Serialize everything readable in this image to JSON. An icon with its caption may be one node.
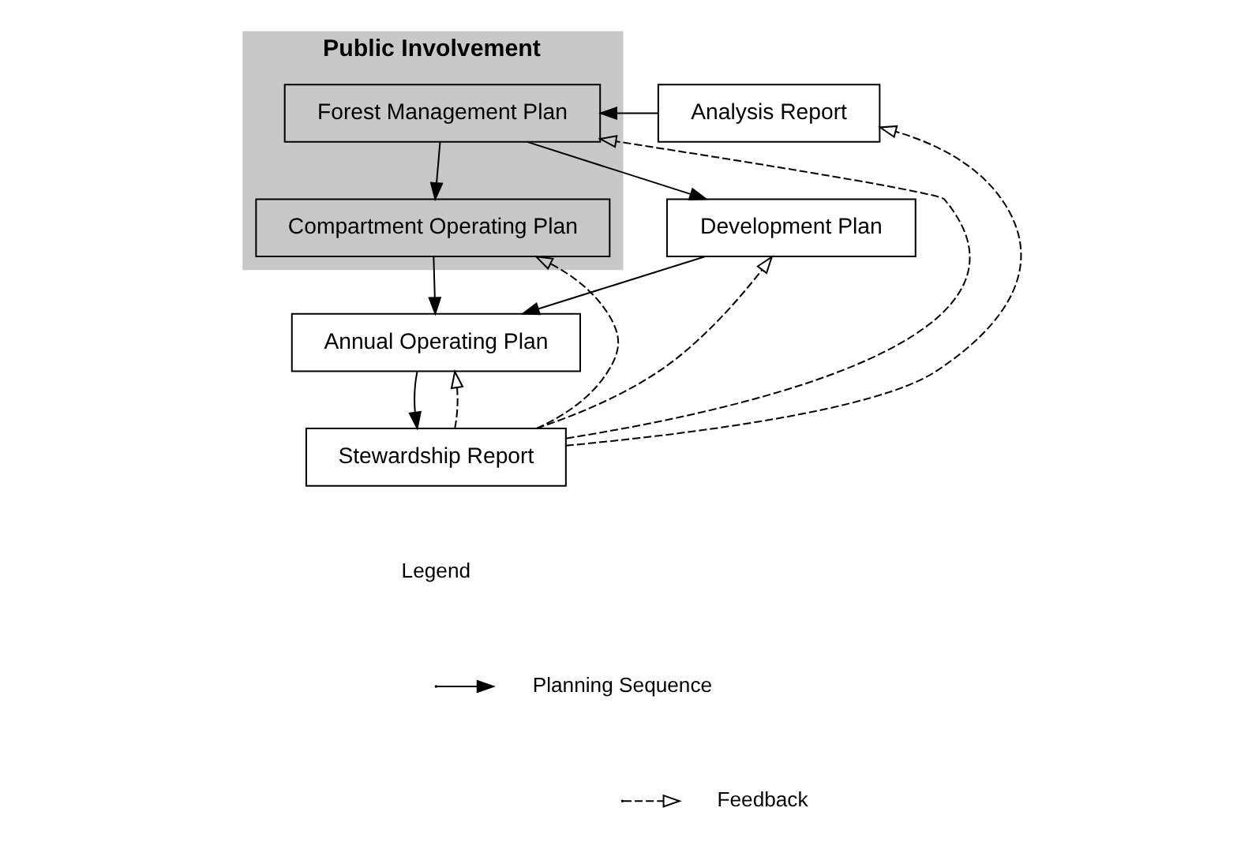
{
  "diagram": {
    "nodes": [
      {
        "text": [
          "Public Involvement"
        ]
      },
      {
        "text": [
          "Forest Management Plan"
        ],
        "in": 0
      },
      {
        "text": [
          "Compartment Operating Plan"
        ],
        "in": 0
      },
      {
        "text": [
          "Analysis Report"
        ]
      },
      {
        "text": [
          "Development Plan"
        ]
      },
      {
        "text": [
          "Annual Operating Plan"
        ]
      },
      {
        "text": [
          "Stewardship Report"
        ]
      }
    ],
    "edges": [
      {
        "from": 3,
        "to": 1,
        "arrow": "to"
      },
      {
        "from": 1,
        "to": 4,
        "arrow": "to"
      },
      {
        "from": 1,
        "to": 2,
        "arrow": "to"
      },
      {
        "from": 2,
        "to": 5,
        "arrow": "to"
      },
      {
        "from": 4,
        "to": 5,
        "arrow": "to"
      },
      {
        "from": 5,
        "to": 6,
        "arrow": "to"
      },
      {
        "from": 6,
        "to": 3,
        "arrow": "to",
        "style": "dashed"
      },
      {
        "from": 6,
        "to": 4,
        "arrow": "to",
        "style": "dashed"
      },
      {
        "from": 6,
        "to": 5,
        "arrow": "to",
        "style": "dashed"
      },
      {
        "from": 6,
        "to": 1,
        "arrow": "to",
        "style": "dashed"
      },
      {
        "from": 6,
        "to": 2,
        "arrow": "to",
        "style": "dashed"
      }
    ],
    "labels": [
      "Legend"
    ],
    "legend": [
      {
        "text": "Planning Sequence"
      },
      {
        "text": "Feedback"
      }
    ]
  }
}
